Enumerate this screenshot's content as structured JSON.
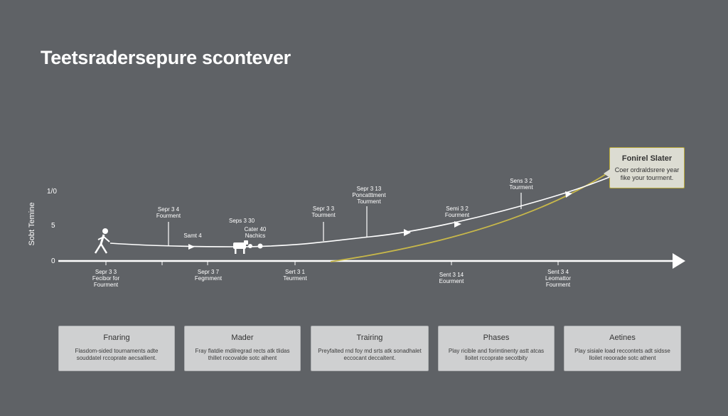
{
  "title": "Teetsradersepure scontever",
  "colors": {
    "background": "#5f6266",
    "line": "#ffffff",
    "accent_curve": "#c8b84a",
    "card": "#cfd0d1",
    "callout": "#dcdcd2"
  },
  "axis": {
    "label": "Sobt Temine",
    "ticks": [
      "1/0",
      "5",
      "0"
    ]
  },
  "runner_icon": "runner-icon",
  "animal_icon": "dog-icon",
  "upper_labels": [
    {
      "lines": [
        "Sepr 3 4",
        "Fourment"
      ]
    },
    {
      "lines": [
        "Samt 4"
      ]
    },
    {
      "lines": [
        "Seps 3 30"
      ]
    },
    {
      "lines": [
        "Cater 40",
        "Nachics"
      ]
    },
    {
      "lines": [
        "Sepr 3 3",
        "Tourment"
      ]
    },
    {
      "lines": [
        "Sepr 3 13",
        "Poncatttment",
        "Tourment"
      ]
    },
    {
      "lines": [
        "Semi 3 2",
        "Fourment"
      ]
    },
    {
      "lines": [
        "Sens 3 2",
        "Tourment"
      ]
    }
  ],
  "lower_labels": [
    {
      "lines": [
        "Sepr 3 3",
        "Fecibor for",
        "Fourment"
      ]
    },
    {
      "lines": [
        "Sepr 3 7",
        "Fegmment"
      ]
    },
    {
      "lines": [
        "Sert 3 1",
        "Teurment"
      ]
    },
    {
      "lines": [
        "Sent 3 14",
        "Eourment"
      ]
    },
    {
      "lines": [
        "Sent 3 4",
        "Leomattor",
        "Fourment"
      ]
    }
  ],
  "callout": {
    "title": "Fonirel Slater",
    "body": "Coer ordraldsrere year fike your tourment."
  },
  "cards": [
    {
      "title": "Fnaring",
      "body": "Flasdom-sided tournaments adte souddatel rccoprate aecsallient."
    },
    {
      "title": "Mader",
      "body": "Fray flatdie mdilregrad rects atk tlidas thillet rocovalde sotc alhent"
    },
    {
      "title": "Trairing",
      "body": "Preyfalted rnd foy md srts atk sonadhalet eccocant deccaltent."
    },
    {
      "title": "Phases",
      "body": "Play ricible and forimtinenty astt atcas lloitet rccoprate secotbity"
    },
    {
      "title": "Aetines",
      "body": "Play sisiale load reccontets adt sidsse lloilet reoorade sotc athent"
    }
  ]
}
